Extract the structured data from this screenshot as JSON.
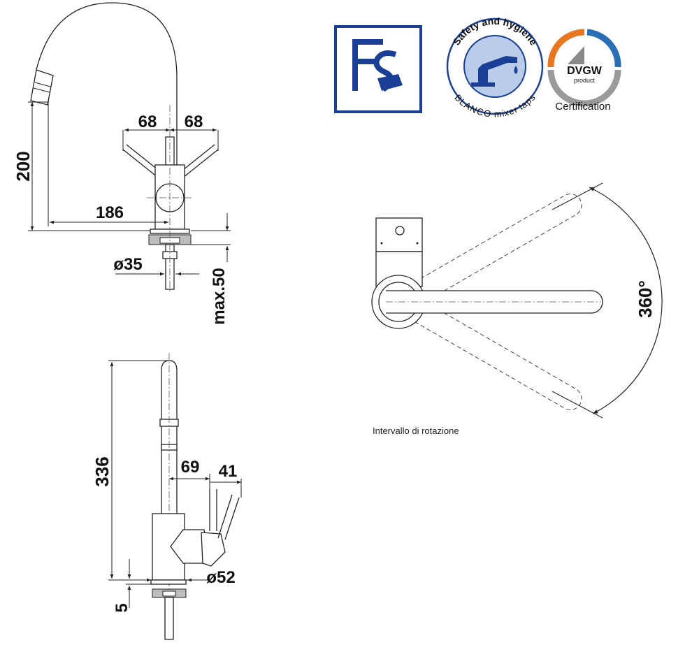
{
  "dimensions": {
    "spout_height": "200",
    "handle_left": "68",
    "handle_right": "68",
    "spout_reach": "186",
    "base_diameter": "ø35",
    "max_thickness": "max.50",
    "total_height": "336",
    "handle_depth": "69",
    "handle_offset": "41",
    "body_diameter": "ø52",
    "base_plate": "5"
  },
  "badges": {
    "safety_ring_top": "Safety and hygiene",
    "safety_ring_bottom": "BLANCO mixer taps",
    "dvgw_title": "DVGW",
    "dvgw_sub": "product",
    "dvgw_caption": "Certification"
  },
  "rotation": {
    "angle_label": "360°",
    "caption": "Intervallo di rotazione"
  },
  "colors": {
    "brand_blue": "#1a3f95",
    "badge_light_blue": "#b9cdea",
    "dvgw_orange": "#e87722",
    "dvgw_blue": "#2a6fb5",
    "dvgw_grey": "#9a9a9a"
  }
}
